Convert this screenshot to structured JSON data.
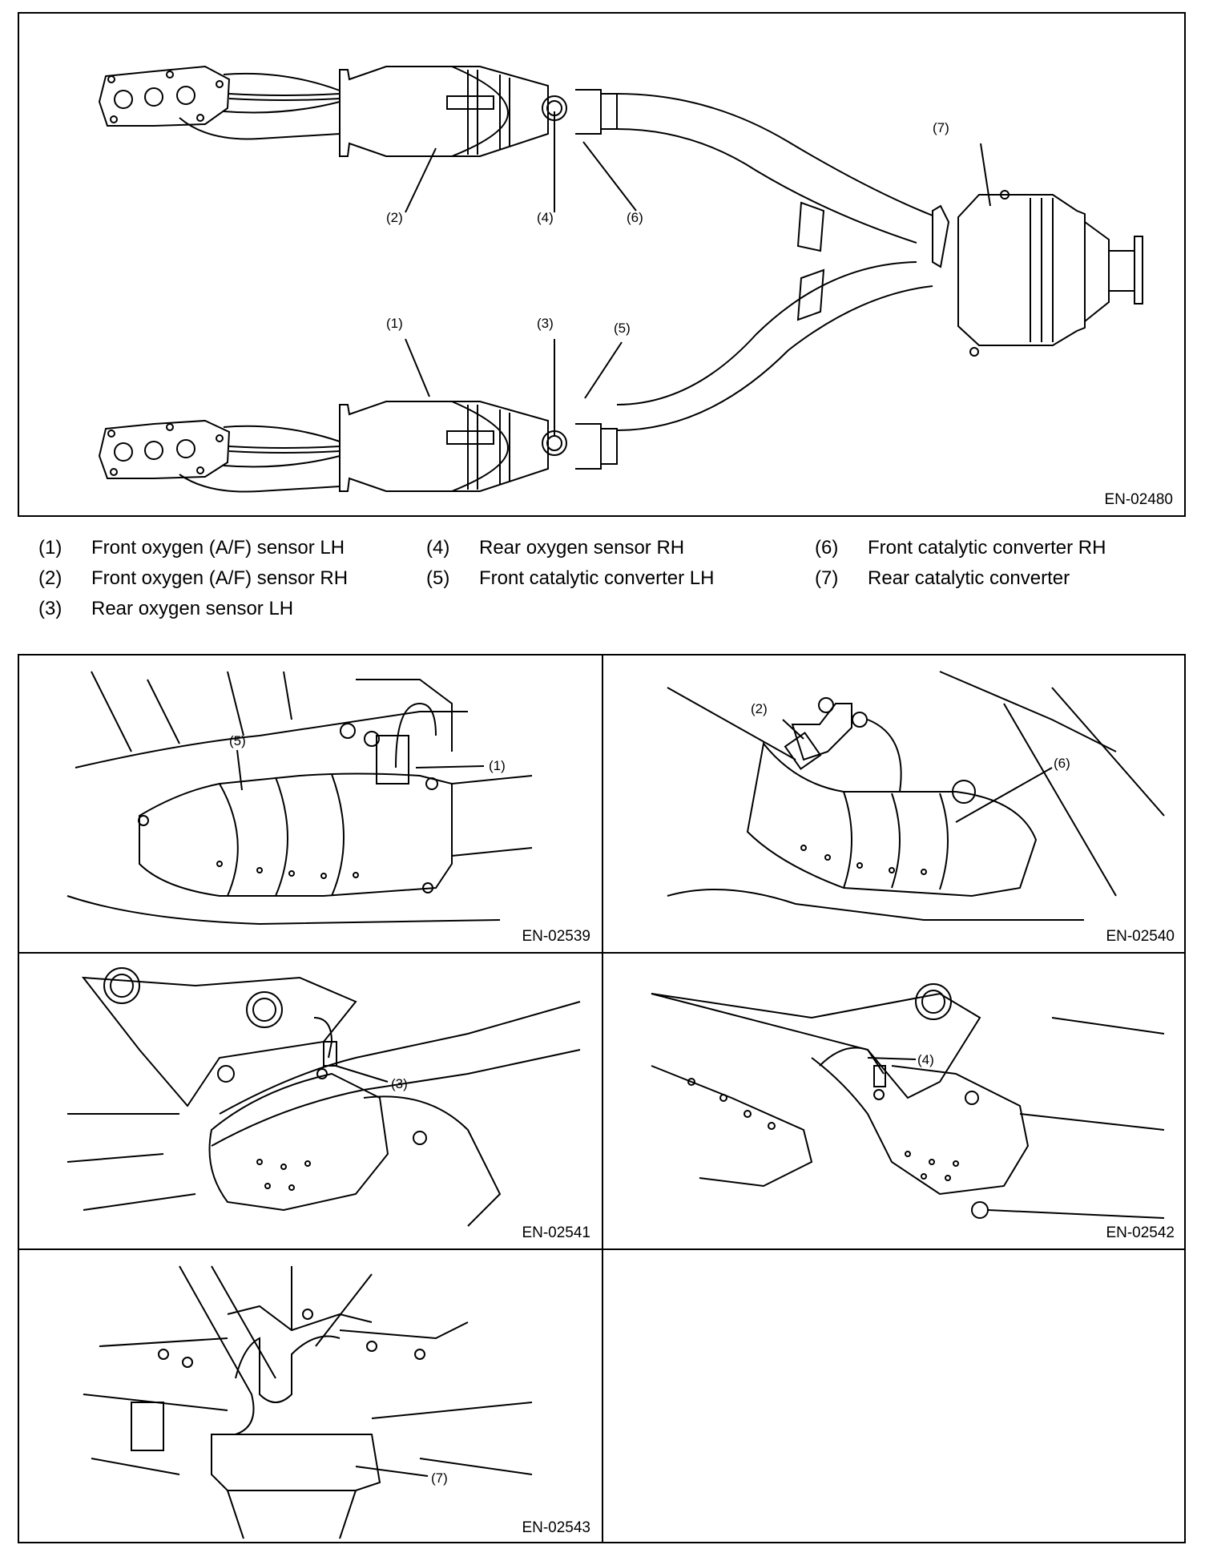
{
  "main_figure": {
    "ref": "EN-02480",
    "callouts": [
      "(1)",
      "(2)",
      "(3)",
      "(4)",
      "(5)",
      "(6)",
      "(7)"
    ]
  },
  "legend": [
    {
      "num": "(1)",
      "text": "Front oxygen (A/F) sensor LH"
    },
    {
      "num": "(2)",
      "text": "Front oxygen (A/F) sensor RH"
    },
    {
      "num": "(3)",
      "text": "Rear oxygen sensor LH"
    },
    {
      "num": "(4)",
      "text": "Rear oxygen sensor RH"
    },
    {
      "num": "(5)",
      "text": "Front catalytic converter LH"
    },
    {
      "num": "(6)",
      "text": "Front catalytic converter RH"
    },
    {
      "num": "(7)",
      "text": "Rear catalytic converter"
    }
  ],
  "panels": [
    {
      "ref": "EN-02539",
      "callouts": [
        "(5)",
        "(1)"
      ]
    },
    {
      "ref": "EN-02540",
      "callouts": [
        "(2)",
        "(6)"
      ]
    },
    {
      "ref": "EN-02541",
      "callouts": [
        "(3)"
      ]
    },
    {
      "ref": "EN-02542",
      "callouts": [
        "(4)"
      ]
    },
    {
      "ref": "EN-02543",
      "callouts": [
        "(7)"
      ]
    }
  ]
}
